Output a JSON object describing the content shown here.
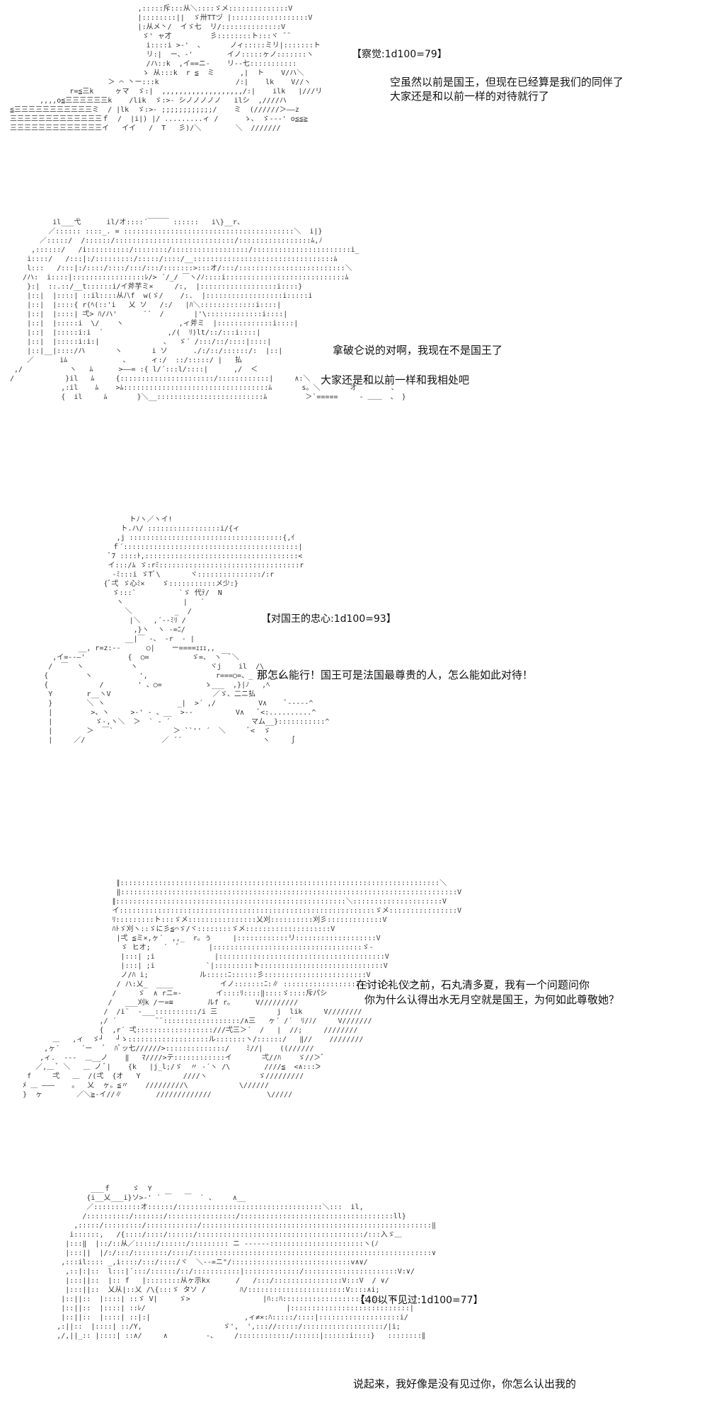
{
  "panels": [
    {
      "roll": "【察觉:1d100=79】",
      "lines": [
        "空虽然以前是国王，但现在已经算是我们的同伴了",
        "大家还是和以前一样的对待就行了"
      ]
    },
    {
      "roll": "",
      "lines": [
        "拿破仑说的对啊，我现在不是国王了",
        "大家还是和以前一样和我相处吧"
      ]
    },
    {
      "roll": "【对国王的忠心:1d100=93】",
      "lines": [
        "那怎么能行！国王可是法国最尊贵的人，怎么能如此对待！"
      ]
    },
    {
      "roll": "",
      "lines": [
        "在讨论礼仪之前，石丸清多夏，我有一个问题问你",
        "你为什么认得出水无月空就是国王，为何如此尊敬她？"
      ]
    },
    {
      "roll": "【40以下见过:1d100=77】",
      "lines": [
        "说起来，我好像是没有见过你，你怎么认出我的"
      ]
    }
  ]
}
